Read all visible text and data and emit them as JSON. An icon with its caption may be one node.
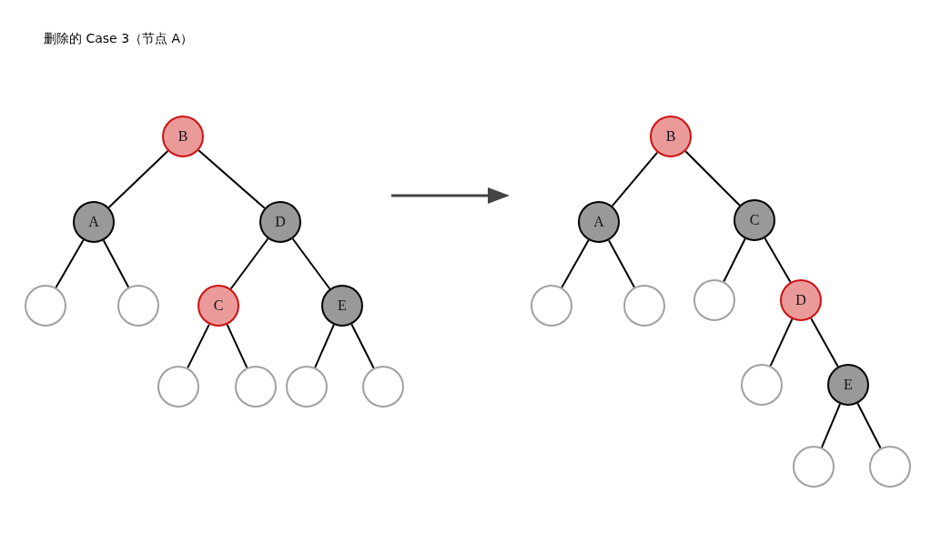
{
  "diagram": {
    "title": "删除的 Case 3（节点 A）",
    "nodes": [
      {
        "text": [
          "B"
        ]
      },
      {
        "text": [
          "A"
        ]
      },
      {
        "text": [
          "D"
        ]
      },
      {
        "text": [],
        "shape": "circle"
      },
      {
        "text": [],
        "shape": "circle"
      },
      {
        "text": [
          "C"
        ]
      },
      {
        "text": [
          "E"
        ]
      },
      {
        "text": [],
        "shape": "circle"
      },
      {
        "text": [],
        "shape": "circle"
      },
      {
        "text": [],
        "shape": "circle"
      },
      {
        "text": [],
        "shape": "circle"
      },
      {
        "text": [
          "B"
        ]
      },
      {
        "text": [
          "A"
        ]
      },
      {
        "text": [
          "C"
        ]
      },
      {
        "text": [],
        "shape": "circle"
      },
      {
        "text": [],
        "shape": "circle"
      },
      {
        "text": [],
        "shape": "circle"
      },
      {
        "text": [
          "D"
        ]
      },
      {
        "text": [],
        "shape": "circle"
      },
      {
        "text": [
          "E"
        ]
      },
      {
        "text": [],
        "shape": "circle"
      },
      {
        "text": [],
        "shape": "circle"
      }
    ],
    "edges": [
      {
        "from": 0,
        "to": 1,
        "arrow": "none"
      },
      {
        "from": 0,
        "to": 2,
        "arrow": "none"
      },
      {
        "from": 1,
        "to": 3,
        "arrow": "none"
      },
      {
        "from": 1,
        "to": 4,
        "arrow": "none"
      },
      {
        "from": 2,
        "to": 5,
        "arrow": "none"
      },
      {
        "from": 2,
        "to": 6,
        "arrow": "none"
      },
      {
        "from": 5,
        "to": 7,
        "arrow": "none"
      },
      {
        "from": 5,
        "to": 8,
        "arrow": "none"
      },
      {
        "from": 6,
        "to": 9,
        "arrow": "none"
      },
      {
        "from": 6,
        "to": 10,
        "arrow": "none"
      },
      {
        "from": 11,
        "to": 12,
        "arrow": "none"
      },
      {
        "from": 11,
        "to": 13,
        "arrow": "none"
      },
      {
        "from": 12,
        "to": 14,
        "arrow": "none"
      },
      {
        "from": 12,
        "to": 15,
        "arrow": "none"
      },
      {
        "from": 13,
        "to": 16,
        "arrow": "none"
      },
      {
        "from": 13,
        "to": 17,
        "arrow": "none"
      },
      {
        "from": 17,
        "to": 18,
        "arrow": "none"
      },
      {
        "from": 17,
        "to": 19,
        "arrow": "none"
      },
      {
        "from": 19,
        "to": 20,
        "arrow": "none"
      },
      {
        "from": 19,
        "to": 21,
        "arrow": "none"
      }
    ]
  }
}
